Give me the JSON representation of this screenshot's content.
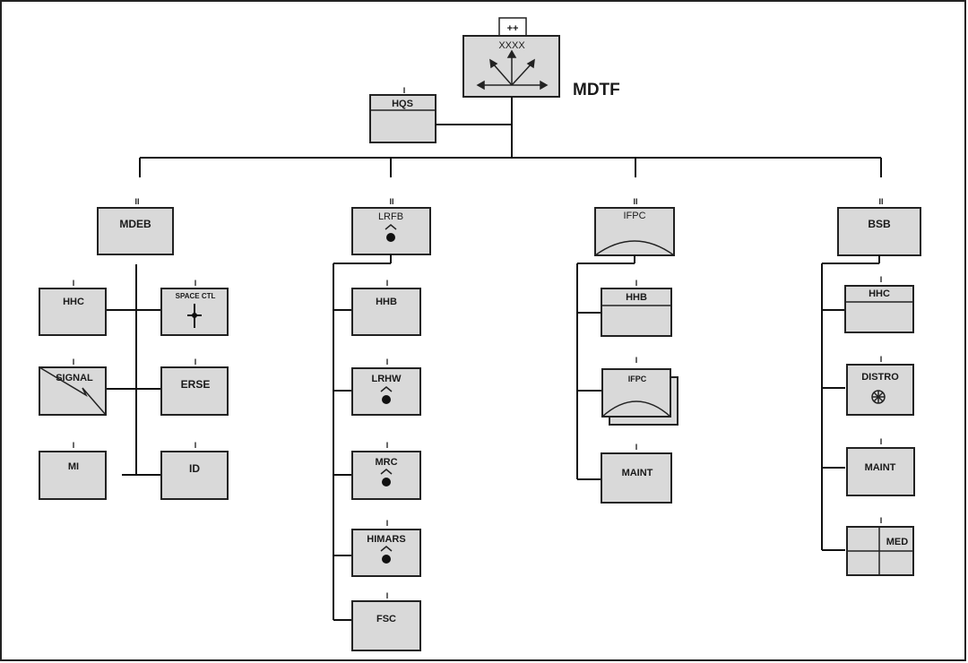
{
  "title": "MDTF",
  "hq": {
    "echelon": "XXXX",
    "modifier": "++",
    "headquarters": "HQS"
  },
  "mdeb": {
    "label": "MDEB",
    "echelon": "II",
    "left_units": [
      {
        "label": "HHC",
        "echelon": "I"
      },
      {
        "label": "SIGNAL",
        "echelon": "I"
      },
      {
        "label": "MI",
        "echelon": "I"
      }
    ],
    "right_units": [
      {
        "label": "SPACE CTL",
        "echelon": "I"
      },
      {
        "label": "ERSE",
        "echelon": "I"
      },
      {
        "label": "ID",
        "echelon": "I"
      }
    ]
  },
  "lrfb": {
    "label": "LRFB",
    "echelon": "II",
    "units": [
      {
        "label": "HHB",
        "echelon": "I"
      },
      {
        "label": "LRHW",
        "echelon": "I"
      },
      {
        "label": "MRC",
        "echelon": "I"
      },
      {
        "label": "HIMARS",
        "echelon": "I"
      },
      {
        "label": "FSC",
        "echelon": "I"
      }
    ]
  },
  "ifpc": {
    "label": "IFPC",
    "echelon": "II",
    "units": [
      {
        "label": "HHB",
        "echelon": "I"
      },
      {
        "label": "IFPC",
        "echelon": "I"
      },
      {
        "label": "MAINT",
        "echelon": "I"
      }
    ]
  },
  "bsb": {
    "label": "BSB",
    "echelon": "II",
    "units": [
      {
        "label": "HHC",
        "echelon": "I"
      },
      {
        "label": "DISTRO",
        "echelon": "I"
      },
      {
        "label": "MAINT",
        "echelon": "I"
      },
      {
        "label": "MED",
        "echelon": "I"
      }
    ]
  }
}
